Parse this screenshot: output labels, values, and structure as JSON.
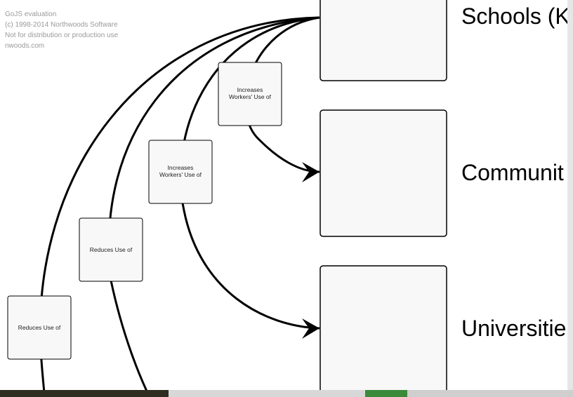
{
  "watermark": {
    "line1": "GoJS evaluation",
    "line2": "(c) 1998-2014 Northwoods Software",
    "line3": "Not for distribution or production use",
    "line4": "nwoods.com"
  },
  "nodes": [
    {
      "label": "Schools (K"
    },
    {
      "label": "Communit"
    },
    {
      "label": "Universitie"
    }
  ],
  "links": [
    {
      "label_lines": [
        "Increases",
        "Workers' Use of"
      ]
    },
    {
      "label_lines": [
        "Increases",
        "Workers' Use of"
      ]
    },
    {
      "label_lines": [
        "Reduces Use of"
      ]
    },
    {
      "label_lines": [
        "Reduces Use of"
      ]
    }
  ],
  "colors": {
    "node_fill": "#f8f8f8",
    "node_stroke": "#000000",
    "link_stroke": "#000000"
  }
}
